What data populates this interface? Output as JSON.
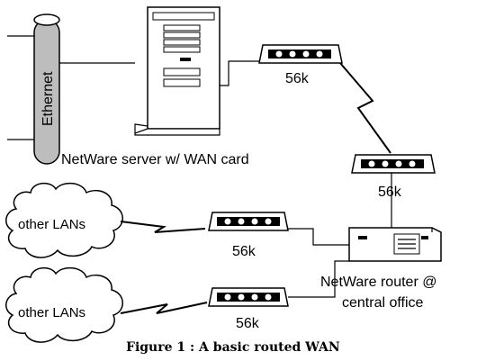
{
  "labels": {
    "ethernet": "Ethernet",
    "server": "NetWare server w/ WAN card",
    "modem_speed": "56k",
    "other_lans": "other LANs",
    "router_line1": "NetWare router @",
    "router_line2": "central office"
  },
  "caption": "Figure 1 : A basic routed WAN",
  "icons": [
    "ethernet-cable-icon",
    "server-tower-icon",
    "modem-icon",
    "cloud-icon",
    "router-box-icon",
    "lightning-link-icon"
  ]
}
